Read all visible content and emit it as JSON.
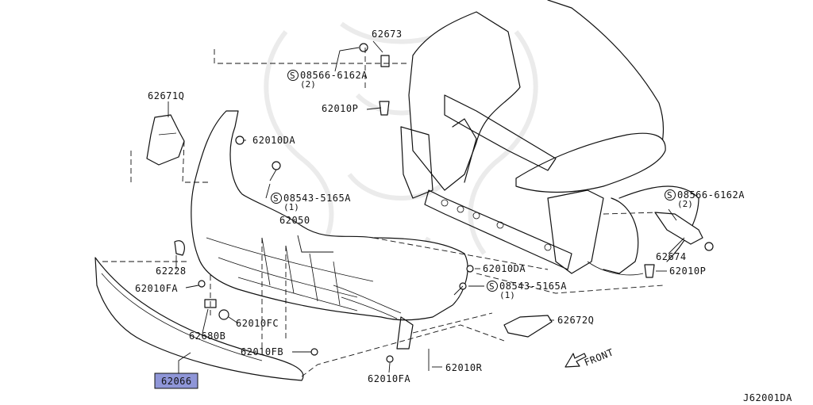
{
  "diagram_code": "J62001DA",
  "highlighted_part": "62066",
  "direction_label": "FRONT",
  "callouts": {
    "c62673": "62673",
    "c08566_top": "08566-6162A",
    "c08566_top_qty": "(2)",
    "c62010P_top": "62010P",
    "c62671Q": "62671Q",
    "c62010DA_top": "62010DA",
    "c08543_top": "08543-5165A",
    "c08543_top_qty": "(1)",
    "c62050": "62050",
    "c62228": "62228",
    "c62010FA_left": "62010FA",
    "c62680B": "62680B",
    "c62010FC": "62010FC",
    "c62010FB": "62010FB",
    "c62010FA_bottom": "62010FA",
    "c62010R": "62010R",
    "c62010DA_mid": "62010DA",
    "c08543_mid": "08543-5165A",
    "c08543_mid_qty": "(1)",
    "c62672Q": "62672Q",
    "c08566_right": "08566-6162A",
    "c08566_right_qty": "(2)",
    "c62674": "62674",
    "c62010P_right": "62010P",
    "bolt_symbol": "S"
  }
}
